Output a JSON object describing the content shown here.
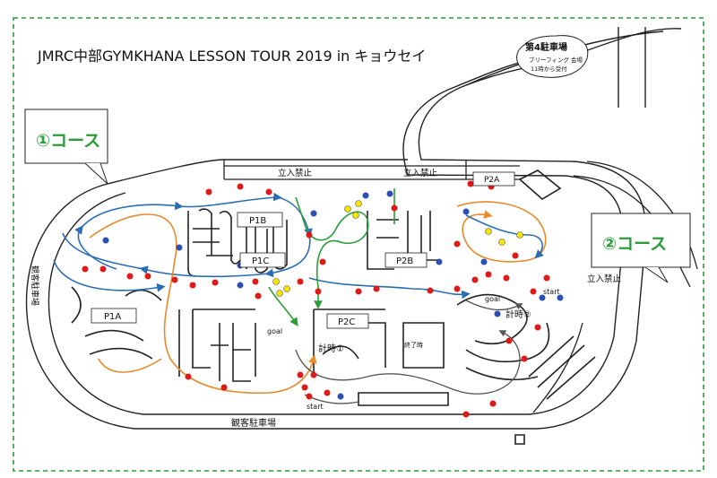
{
  "title": "JMRC中部GYMKHANA LESSON TOUR 2019 in キョウセイ",
  "course1_label": "①コース",
  "course2_label": "②コース",
  "parking4": {
    "name": "第4駐車場",
    "line1": "ブリーフィング 会場",
    "line2": "11時から受付"
  },
  "no_entry": "立入禁止",
  "spectator_parking": "観客駐車場",
  "zones": {
    "p1a": "P1A",
    "p1b": "P1B",
    "p1c": "P1C",
    "p2a": "P2A",
    "p2b": "P2B",
    "p2c": "P2C"
  },
  "course1_timing": {
    "start": "start",
    "goal": "goal",
    "timing": "計時①",
    "finish": "終了時"
  },
  "course2_timing": {
    "start": "start",
    "goal": "goal",
    "timing": "計時②"
  },
  "colors": {
    "border_dash": "#2a9d3a",
    "course_label": "#2a9d3a",
    "route_blue": "#2a6db5",
    "route_orange": "#e8892a",
    "route_green": "#2a9d3a",
    "route_gray": "#555555",
    "cone_red": "#e01919",
    "cone_blue": "#2a4fb5",
    "cone_yellow": "#f5e600"
  }
}
